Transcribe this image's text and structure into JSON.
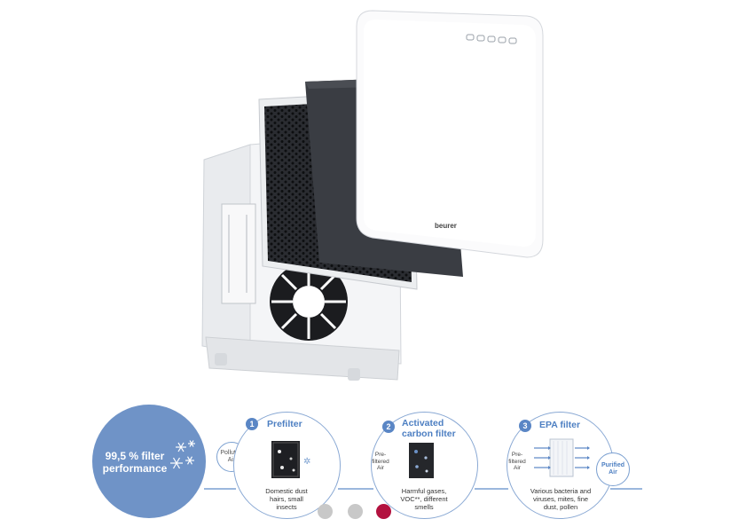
{
  "product": {
    "brand_label": "beurer"
  },
  "performance": {
    "line1": "99,5 % filter",
    "line2": "performance"
  },
  "stages": [
    {
      "number": "1",
      "title": "Prefilter",
      "input_bubble": [
        "Polluted",
        "Air"
      ],
      "description": [
        "Domestic dust",
        "hairs, small",
        "insects"
      ]
    },
    {
      "number": "2",
      "title": [
        "Activated",
        "carbon filter"
      ],
      "side_label": [
        "Pre-",
        "filtered",
        "Air"
      ],
      "description": [
        "Harmful gases,",
        "VOC**, different",
        "smells"
      ]
    },
    {
      "number": "3",
      "title": "EPA filter",
      "side_label": [
        "Pre-",
        "filtered",
        "Air"
      ],
      "output_bubble": [
        "Purified",
        "Air"
      ],
      "description": [
        "Various bacteria and",
        "viruses, mites, fine",
        "dust, pollen"
      ]
    }
  ],
  "color_options": [
    {
      "name": "grey",
      "color": "#c8c8c8"
    },
    {
      "name": "grey",
      "color": "#c8c8c8"
    },
    {
      "name": "red",
      "color": "#b3123f"
    }
  ],
  "colors": {
    "accent": "#4d7fc2",
    "performance_circle": "#6f93c7"
  }
}
